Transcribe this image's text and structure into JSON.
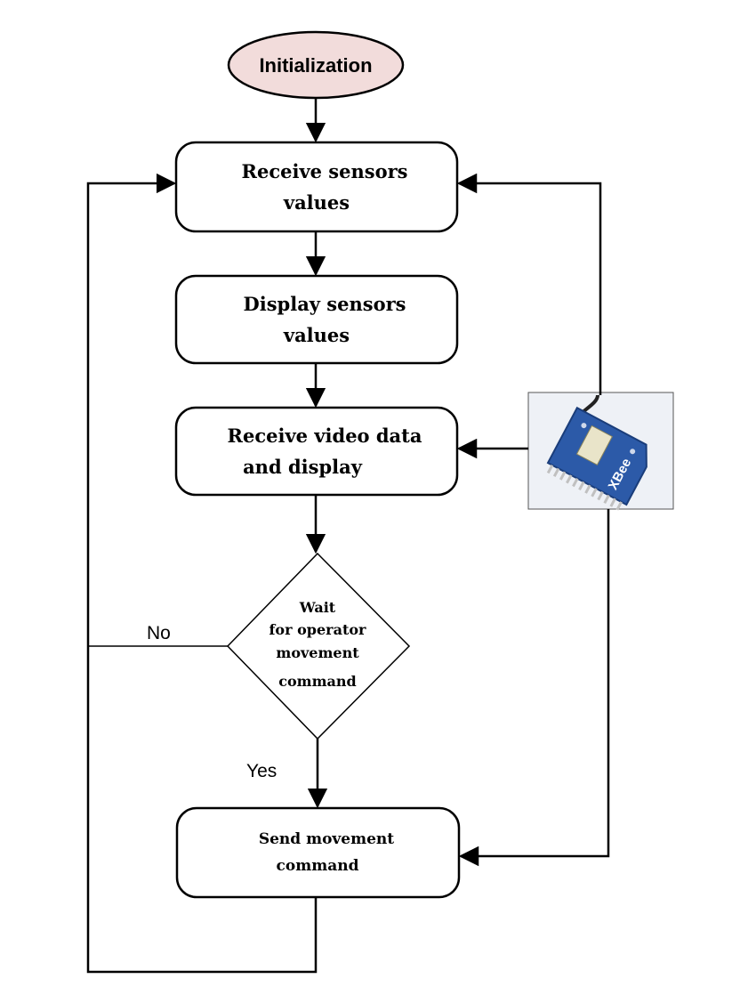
{
  "flowchart": {
    "start": {
      "label": "Initialization"
    },
    "steps": [
      {
        "id": "receive-sensors",
        "lines": [
          "Receive sensors",
          "values"
        ]
      },
      {
        "id": "display-sensors",
        "lines": [
          "Display sensors",
          "values"
        ]
      },
      {
        "id": "receive-video",
        "lines": [
          "Receive video data",
          "and display"
        ]
      },
      {
        "id": "send-command",
        "lines": [
          "Send movement",
          "command"
        ]
      }
    ],
    "decision": {
      "lines": [
        "Wait",
        "for operator",
        "movement",
        "command"
      ],
      "no_label": "No",
      "yes_label": "Yes"
    },
    "module": {
      "icon": "xbee-module-icon",
      "label": "XBee"
    }
  },
  "colors": {
    "start_fill": "#f2dcdb",
    "stroke": "#000000",
    "module_board": "#2c5aa8",
    "module_bg": "#eef1f6"
  }
}
